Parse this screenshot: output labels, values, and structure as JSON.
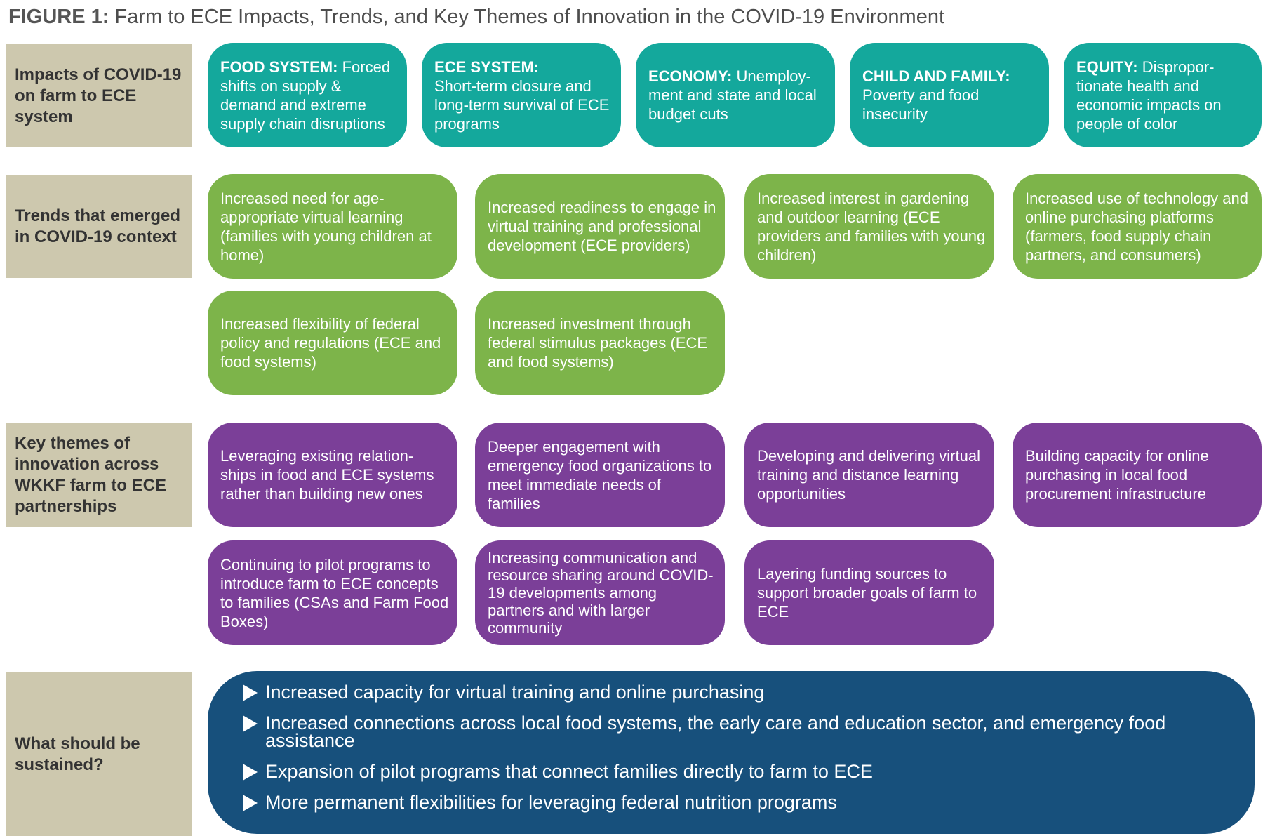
{
  "figure": {
    "label": "FIGURE 1:",
    "title": "Farm to ECE Impacts, Trends, and Key Themes of Innovation in the COVID-19 Environment"
  },
  "rows": {
    "impacts": {
      "label": "Impacts of COVID-19 on farm to ECE system",
      "boxes": [
        {
          "lead": "FOOD SYSTEM:",
          "text": "Forced shifts on supply & demand and extreme supply chain disruptions"
        },
        {
          "lead": "ECE SYSTEM:",
          "text": "Short-term closure and long-term survival of ECE programs"
        },
        {
          "lead": "ECONOMY:",
          "text": "Unemploy-ment and state and local budget cuts"
        },
        {
          "lead": "CHILD AND FAMILY:",
          "text": "Poverty and food insecurity"
        },
        {
          "lead": "EQUITY:",
          "text": "Dispropor-tionate health and economic impacts on people of color"
        }
      ]
    },
    "trends": {
      "label": "Trends that emerged in COVID-19 context",
      "boxes": [
        "Increased need for age-appropriate virtual learning (families with young children at home)",
        "Increased readiness to engage in virtual training and professional development (ECE providers)",
        "Increased interest in gardening and outdoor learning (ECE providers and families with young children)",
        "Increased use of technology and online purchasing platforms (farmers, food supply chain partners, and consumers)",
        "Increased flexibility of federal policy and regulations (ECE and food systems)",
        "Increased investment through federal stimulus packages (ECE and food systems)"
      ]
    },
    "themes": {
      "label": "Key themes of innovation across WKKF farm to ECE partnerships",
      "boxes": [
        "Leveraging existing relation-ships in food and ECE systems rather than building new ones",
        "Deeper engagement with emergency food organizations to meet immediate needs of families",
        "Developing and delivering virtual training and distance learning opportunities",
        "Building capacity for online purchasing in local food procurement infrastructure",
        "Continuing to pilot programs to introduce farm to ECE concepts to families (CSAs and Farm Food Boxes)",
        "Increasing communication and resource sharing around COVID-19 developments among partners and with larger community",
        "Layering funding sources to support broader goals of farm to ECE"
      ]
    },
    "sustain": {
      "label": "What should be sustained?",
      "items": [
        "Increased capacity for virtual training and online purchasing",
        "Increased connections across local food systems, the early care and education sector, and emergency food assistance",
        "Expansion of pilot programs that connect families directly to farm to ECE",
        "More permanent flexibilities for leveraging federal nutrition programs"
      ]
    }
  },
  "colors": {
    "label_bg": "#cdc8ae",
    "teal": "#14a89c",
    "green": "#7db44a",
    "purple": "#7b3f98",
    "navy": "#17507c"
  },
  "icons": {
    "bullet": "triangle-right-icon"
  }
}
